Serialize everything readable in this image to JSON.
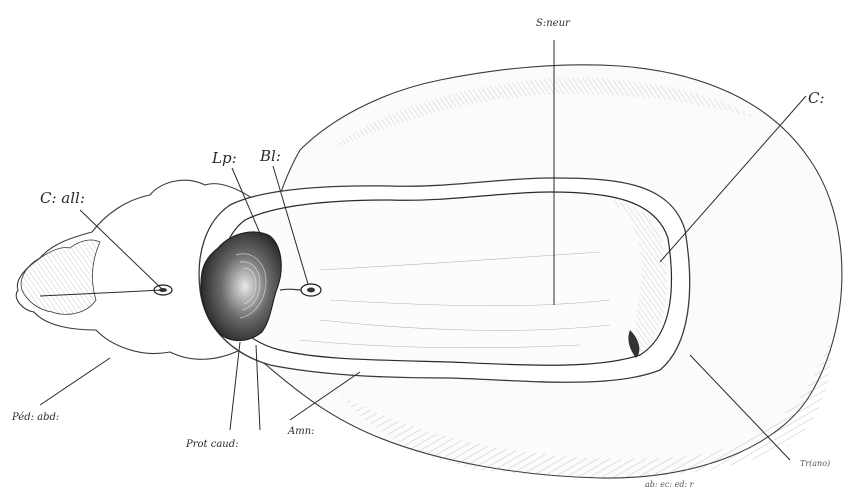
{
  "labels": {
    "s_neur": "S:neur",
    "c": "C:",
    "c_all": "C: all:",
    "lp": "Lp:",
    "bl": "Bl:",
    "ped_abd": "Péd: abd:",
    "prot_caud": "Prot caud:",
    "amn": "Amn:",
    "tr": "Tr(ano)",
    "ab_ec": "ab: ec: ed: r"
  },
  "colors": {
    "ink": "#2a2a2a",
    "paper": "#ffffff",
    "shade": "#555555"
  }
}
